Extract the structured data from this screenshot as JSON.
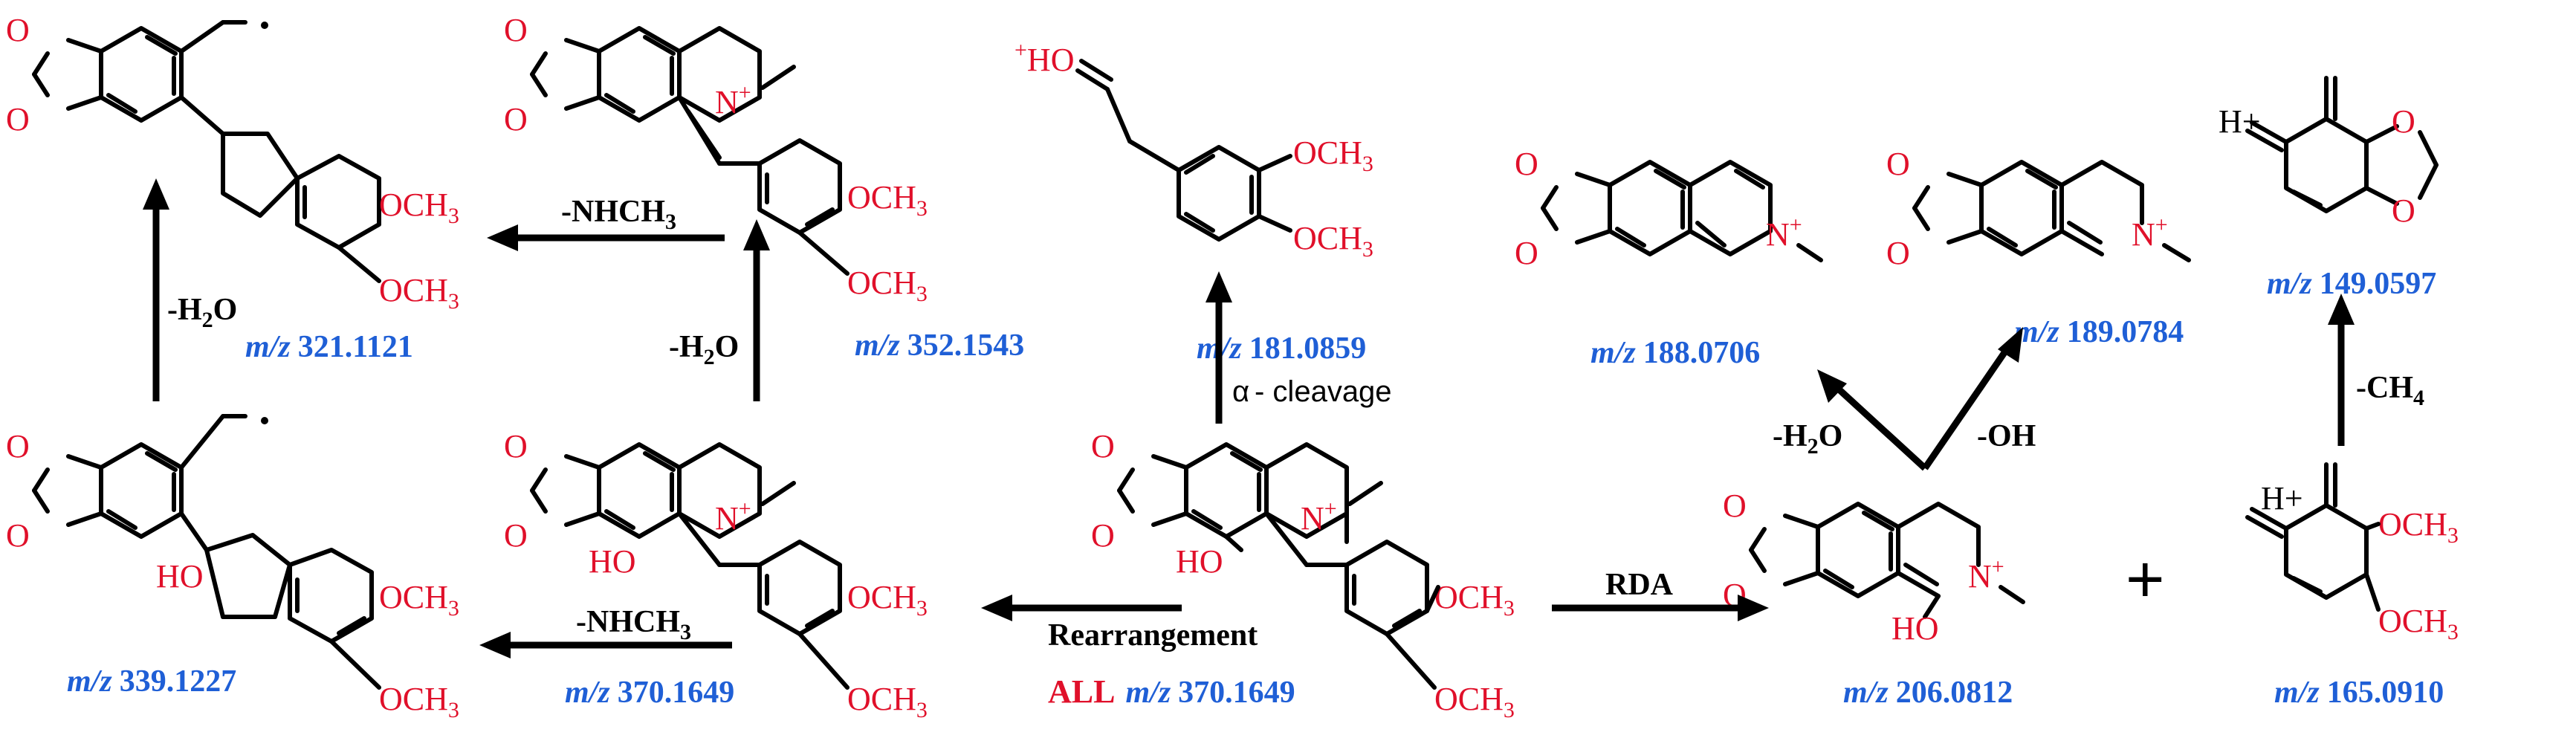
{
  "structures": [
    {
      "id": "precursor",
      "prefix": "ALL",
      "mz_label": "m/z",
      "mz_value": "370.1649"
    },
    {
      "id": "rearranged",
      "mz_label": "m/z",
      "mz_value": "370.1649"
    },
    {
      "id": "dehydrated-352",
      "mz_label": "m/z",
      "mz_value": "352.1543"
    },
    {
      "id": "hydroxy-339",
      "mz_label": "m/z",
      "mz_value": "339.1227"
    },
    {
      "id": "indene-321",
      "mz_label": "m/z",
      "mz_value": "321.1121"
    },
    {
      "id": "aldehyde-181",
      "mz_label": "m/z",
      "mz_value": "181.0859"
    },
    {
      "id": "isoquinolinium-188",
      "mz_label": "m/z",
      "mz_value": "188.0706"
    },
    {
      "id": "dihydroisoquinolinium-189",
      "mz_label": "m/z",
      "mz_value": "189.0784"
    },
    {
      "id": "rda-206",
      "mz_label": "m/z",
      "mz_value": "206.0812"
    },
    {
      "id": "diene-165",
      "mz_label": "m/z",
      "mz_value": "165.0910"
    },
    {
      "id": "dioxole-149",
      "mz_label": "m/z",
      "mz_value": "149.0597"
    }
  ],
  "reactions": {
    "rearrangement": "Rearrangement",
    "rda": "RDA",
    "alpha": "α",
    "cleavage": "- cleavage",
    "loss_nhch3_top": "-NHCH",
    "loss_nhch3_bottom": "-NHCH",
    "loss_h2o_left": "-H",
    "loss_h2o_mid": "-H",
    "loss_h2o_right": "-H",
    "loss_oh": "-OH",
    "loss_ch4": "-CH",
    "sub_3": "3",
    "sub_4": "4",
    "sub_2": "2",
    "o": "O"
  },
  "atoms": {
    "och3": "OCH",
    "sub3": "3",
    "ho": "HO",
    "oh_label": "HO",
    "n_plus": "N",
    "plus_sign": "+",
    "o": "O",
    "hplus": "H+",
    "ho_plus": "HO",
    "sup_plus": "+"
  },
  "plus_between": "+"
}
